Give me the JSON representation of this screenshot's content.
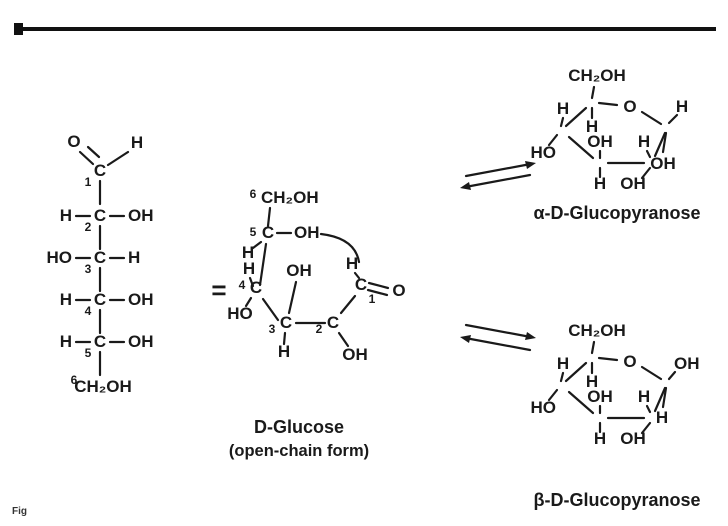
{
  "colors": {
    "blue": "#2b6cb3",
    "red": "#b23b53",
    "ink": "#1a1a1a"
  },
  "figure": {
    "equals": "="
  },
  "fischer": {
    "c1": {
      "o": "O",
      "h": "H",
      "c": "C",
      "num": "1"
    },
    "c2": {
      "left": "H",
      "c": "C",
      "right": "OH",
      "num": "2"
    },
    "c3": {
      "left": "HO",
      "c": "C",
      "right": "H",
      "num": "3"
    },
    "c4": {
      "left": "H",
      "c": "C",
      "right": "OH",
      "num": "4"
    },
    "c5": {
      "left": "H",
      "c": "C",
      "right": "OH",
      "num": "5"
    },
    "c6": {
      "group": "CH₂OH",
      "num": "6"
    },
    "title": "D-Glucose",
    "subtitle": "(open-chain form)"
  },
  "bent": {
    "c6": {
      "group": "CH₂OH",
      "num": "6"
    },
    "c5": {
      "c": "C",
      "h": "H",
      "oh": "OH",
      "num": "5"
    },
    "c4": {
      "c": "C",
      "h": "H",
      "ho": "HO",
      "num": "4"
    },
    "c3": {
      "c": "C",
      "h": "H",
      "oh": "OH",
      "num": "3"
    },
    "c2": {
      "c": "C",
      "oh": "OH",
      "num": "2"
    },
    "c1": {
      "h": "H",
      "c": "C",
      "o": "O",
      "num": "1"
    }
  },
  "alpha": {
    "ch2oh": "CH₂OH",
    "ring_o": "O",
    "c5_h": "H",
    "c4_h": "H",
    "c4_ho": "HO",
    "c3_oh": "OH",
    "c3_h": "H",
    "c2_h": "H",
    "c2_oh": "OH",
    "c1_h": "H",
    "c1_oh": "OH",
    "label": "α-D-Glucopyranose"
  },
  "beta": {
    "ch2oh": "CH₂OH",
    "ring_o": "O",
    "c5_h": "H",
    "c4_h": "H",
    "c4_ho": "HO",
    "c3_oh": "OH",
    "c3_h": "H",
    "c2_h": "H",
    "c2_oh": "OH",
    "c1_oh": "OH",
    "c1_h": "H",
    "label": "β-D-Glucopyranose"
  },
  "caption": {
    "stub": "Fig"
  }
}
